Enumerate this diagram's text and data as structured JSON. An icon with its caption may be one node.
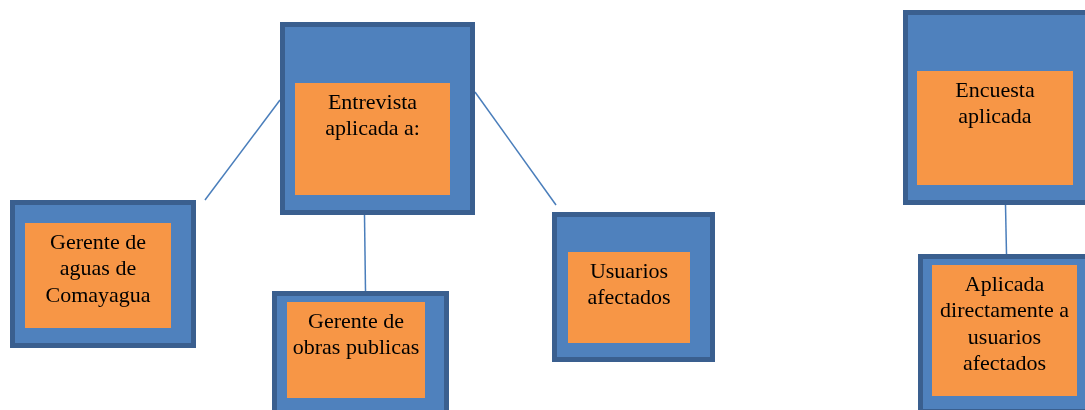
{
  "diagram": {
    "nodes": [
      {
        "text": [
          "Entrevista aplicada a:"
        ]
      },
      {
        "text": [
          "Gerente de aguas de Comayagua"
        ]
      },
      {
        "text": [
          "Gerente de obras publicas"
        ]
      },
      {
        "text": [
          "Usuarios afectados"
        ]
      },
      {
        "text": [
          "Encuesta aplicada"
        ]
      },
      {
        "text": [
          "Aplicada directamente a usuarios afectados"
        ]
      }
    ],
    "edges": [
      {
        "from": 0,
        "to": 1,
        "arrow": "none"
      },
      {
        "from": 0,
        "to": 2,
        "arrow": "none"
      },
      {
        "from": 0,
        "to": 3,
        "arrow": "none"
      },
      {
        "from": 4,
        "to": 5,
        "arrow": "none"
      }
    ]
  }
}
